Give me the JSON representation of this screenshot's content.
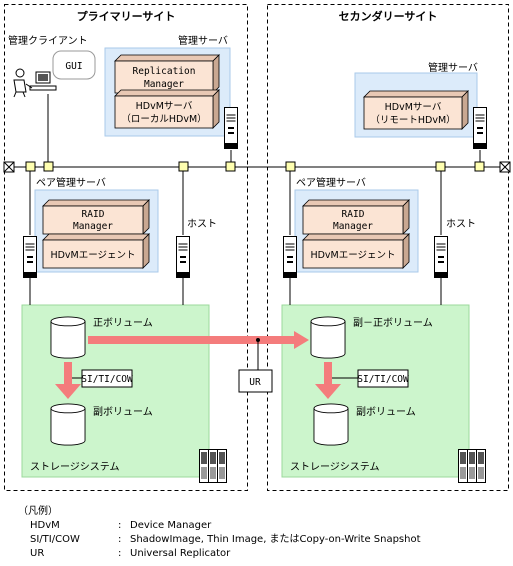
{
  "primary_site": {
    "title": "プライマリーサイト",
    "admin_client": "管理クライアント",
    "gui": "GUI",
    "admin_server": "管理サーバ",
    "replication_manager": [
      "Replication",
      "Manager"
    ],
    "hdvm_server": [
      "HDvMサーバ",
      "（ローカルHDvM）"
    ],
    "pair_server": "ペア管理サーバ",
    "raid_manager": [
      "RAID",
      "Manager"
    ],
    "hdvm_agent": "HDvMエージェント",
    "host": "ホスト",
    "primary_volume": "正ボリューム",
    "si_label": "SI/TI/COW",
    "secondary_volume": "副ボリューム",
    "storage": "ストレージシステム"
  },
  "secondary_site": {
    "title": "セカンダリーサイト",
    "admin_server": "管理サーバ",
    "hdvm_server": [
      "HDvMサーバ",
      "（リモートHDvM）"
    ],
    "pair_server": "ペア管理サーバ",
    "raid_manager": [
      "RAID",
      "Manager"
    ],
    "hdvm_agent": "HDvMエージェント",
    "host": "ホスト",
    "primary_volume": "副－正ボリューム",
    "si_label": "SI/TI/COW",
    "secondary_volume": "副ボリューム",
    "storage": "ストレージシステム"
  },
  "ur_label": "UR",
  "legend": {
    "title": "（凡例）",
    "items": [
      {
        "abbr": "HDvM",
        "desc": "Device Manager"
      },
      {
        "abbr": "SI/TI/COW",
        "desc": "ShadowImage, Thin Image, またはCopy-on-Write Snapshot"
      },
      {
        "abbr": "UR",
        "desc": "Universal Replicator"
      }
    ]
  },
  "colors": {
    "storage_fill": "#ccf5cc",
    "storage_stroke": "#9bd99b",
    "server_group_fill": "#dcebfa",
    "server_group_stroke": "#a9c9ea",
    "box_fill": "#fbe4d4",
    "box_shadow": "#c9a892",
    "arrow": "#f47c7c"
  }
}
